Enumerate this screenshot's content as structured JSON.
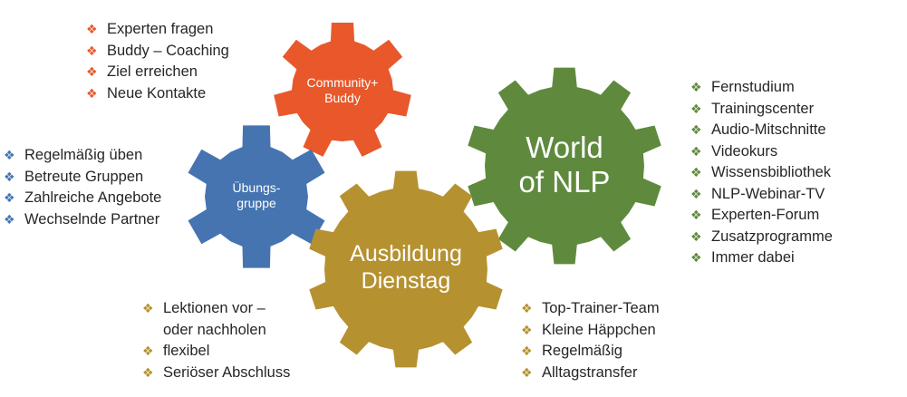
{
  "gears": [
    {
      "id": "community",
      "label_lines": [
        "Community+",
        "Buddy"
      ],
      "color": "#E8582B"
    },
    {
      "id": "uebungsgruppe",
      "label_lines": [
        "Übungs-",
        "gruppe"
      ],
      "color": "#4574B1"
    },
    {
      "id": "ausbildung",
      "label_lines": [
        "Ausbildung",
        "Dienstag"
      ],
      "color": "#B59130"
    },
    {
      "id": "world",
      "label_lines": [
        "World",
        "of NLP"
      ],
      "color": "#5F8A3E"
    }
  ],
  "lists": {
    "community": [
      "Experten fragen",
      "Buddy – Coaching",
      "Ziel erreichen",
      "Neue Kontakte"
    ],
    "uebungsgruppe": [
      "Regelmäßig üben",
      "Betreute Gruppen",
      "Zahlreiche Angebote",
      "Wechselnde Partner"
    ],
    "world": [
      "Fernstudium",
      "Trainingscenter",
      "Audio-Mitschnitte",
      "Videokurs",
      "Wissensbibliothek",
      "NLP-Webinar-TV",
      "Experten-Forum",
      "Zusatzprogramme",
      "Immer dabei"
    ],
    "ausbildung_left": [
      "Lektionen vor –",
      "oder nachholen",
      "flexibel",
      "Seriöser Abschluss"
    ],
    "ausbildung_right": [
      "Top-Trainer-Team",
      "Kleine Häppchen",
      "Regelmäßig",
      "Alltagstransfer"
    ]
  },
  "bullet_icon": "❖"
}
